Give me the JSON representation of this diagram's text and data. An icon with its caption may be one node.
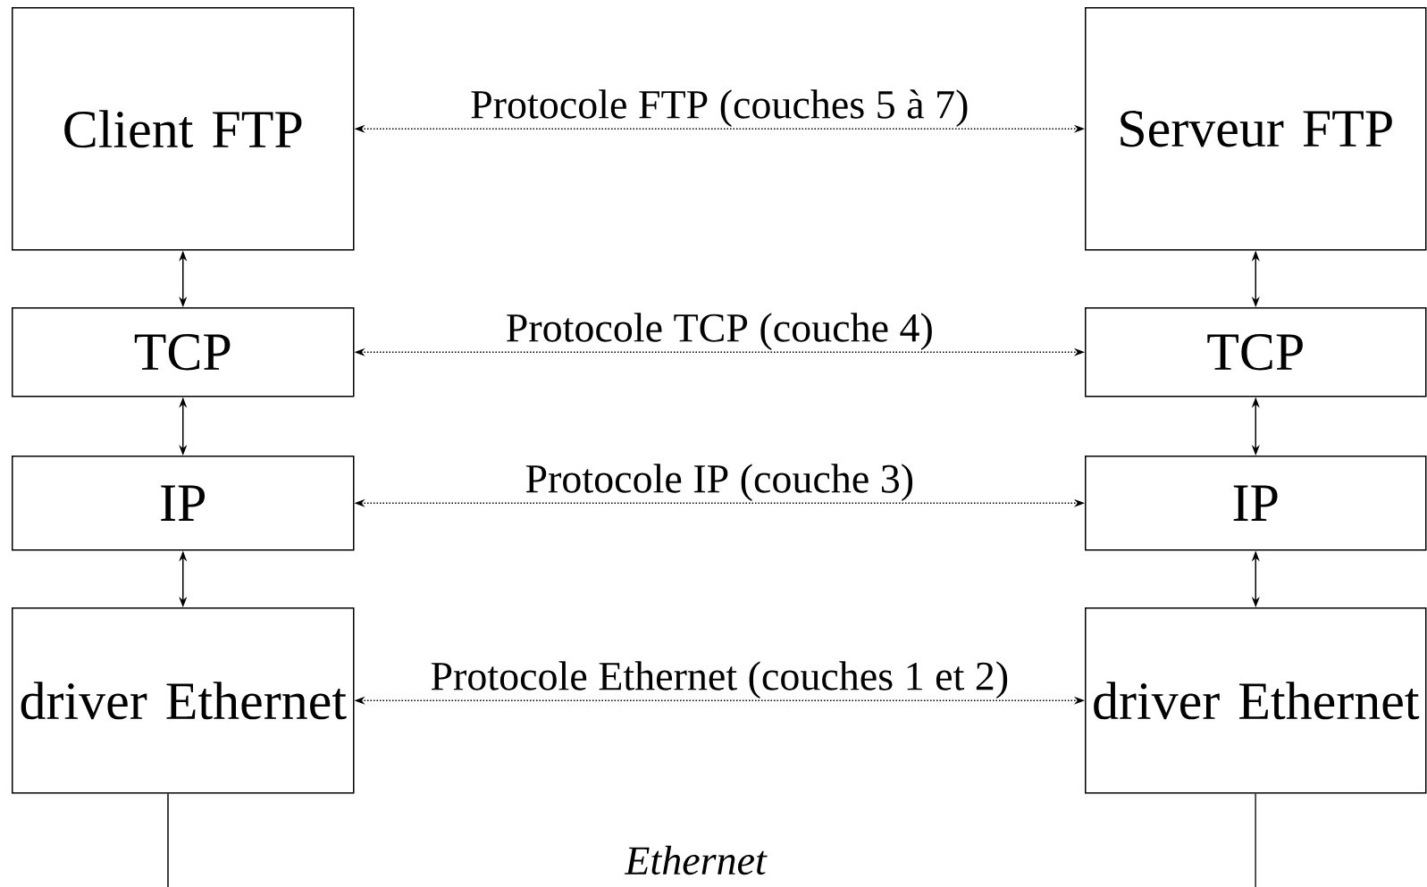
{
  "diagram": {
    "nodes": [
      {
        "text": [
          "Client FTP"
        ]
      },
      {
        "text": [
          "Serveur FTP"
        ]
      },
      {
        "text": [
          "TCP"
        ]
      },
      {
        "text": [
          "TCP"
        ]
      },
      {
        "text": [
          "IP"
        ]
      },
      {
        "text": [
          "IP"
        ]
      },
      {
        "text": [
          "driver Ethernet"
        ]
      },
      {
        "text": [
          "driver Ethernet"
        ]
      }
    ],
    "edges": [
      {
        "from": 0,
        "to": 1,
        "arrow": "both",
        "style": "dashed",
        "label": "Protocole FTP (couches 5 à 7)"
      },
      {
        "from": 2,
        "to": 3,
        "arrow": "both",
        "style": "dashed",
        "label": "Protocole TCP (couche 4)"
      },
      {
        "from": 4,
        "to": 5,
        "arrow": "both",
        "style": "dashed",
        "label": "Protocole IP (couche 3)"
      },
      {
        "from": 6,
        "to": 7,
        "arrow": "both",
        "style": "dashed",
        "label": "Protocole Ethernet (couches 1 et 2)"
      },
      {
        "from": 0,
        "to": 2,
        "arrow": "both"
      },
      {
        "from": 2,
        "to": 4,
        "arrow": "both"
      },
      {
        "from": 4,
        "to": 6,
        "arrow": "both"
      },
      {
        "from": 1,
        "to": 3,
        "arrow": "both"
      },
      {
        "from": 3,
        "to": 5,
        "arrow": "both"
      },
      {
        "from": 5,
        "to": 7,
        "arrow": "both"
      },
      {
        "from": 6,
        "to": null,
        "arrow": "none"
      },
      {
        "from": 7,
        "to": null,
        "arrow": "none"
      }
    ],
    "labels": [
      "*Ethernet*"
    ]
  }
}
